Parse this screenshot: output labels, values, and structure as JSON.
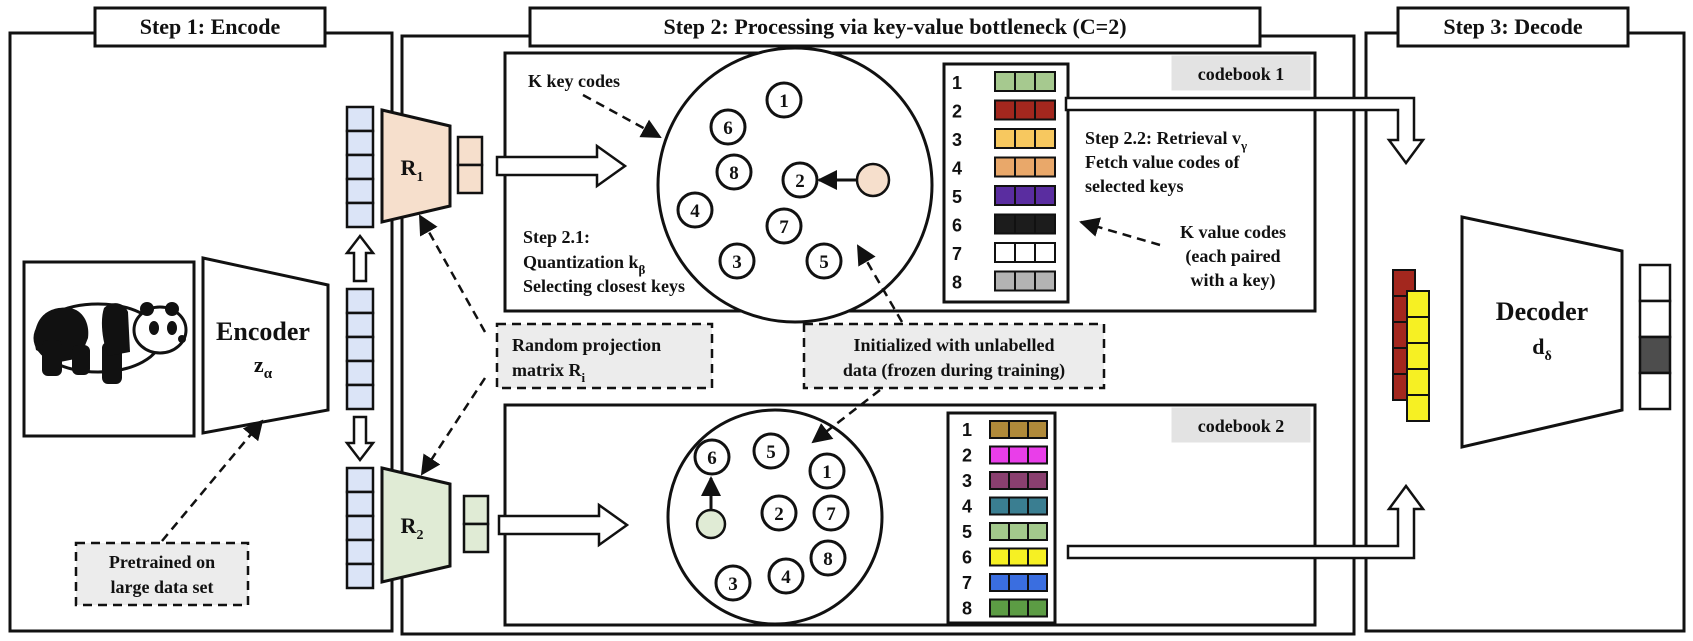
{
  "steps": {
    "step1": "Step 1: Encode",
    "step2": "Step 2: Processing via key-value bottleneck (C=2)",
    "step3": "Step 3: Decode"
  },
  "encoder": {
    "name": "Encoder",
    "symbol": "z",
    "subscript": "α"
  },
  "decoder": {
    "name": "Decoder",
    "symbol": "d",
    "subscript": "δ"
  },
  "projections": {
    "r1": {
      "symbol": "R",
      "subscript": "1"
    },
    "r2": {
      "symbol": "R",
      "subscript": "2"
    }
  },
  "callouts": {
    "pretrained": [
      "Pretrained on",
      "large data set"
    ],
    "random_projection": {
      "line1": "Random projection",
      "line2": "matrix R",
      "line2_sub": "i"
    },
    "initialized": [
      "Initialized with unlabelled",
      "data (frozen during training)"
    ]
  },
  "annotations": {
    "k_key_codes": "K key codes",
    "quantization": {
      "line1": "Step 2.1:",
      "line2": "Quantization k",
      "line2_sub": "β",
      "line3": "Selecting closest keys"
    },
    "retrieval": {
      "line1": "Step 2.2: Retrieval  v",
      "line1_sub": "γ",
      "line2": "Fetch value codes of",
      "line3": "selected keys"
    },
    "k_value_codes": [
      "K value codes",
      "(each paired",
      "with a key)"
    ]
  },
  "codebooks": [
    {
      "label": "codebook 1",
      "keys": [
        "1",
        "6",
        "8",
        "2",
        "4",
        "7",
        "3",
        "5"
      ],
      "rows": [
        {
          "n": "1",
          "color": "#a6c98f"
        },
        {
          "n": "2",
          "color": "#a3271e"
        },
        {
          "n": "3",
          "color": "#f7c85f"
        },
        {
          "n": "4",
          "color": "#e9a86a"
        },
        {
          "n": "5",
          "color": "#5a2da0"
        },
        {
          "n": "6",
          "color": "#1c1c1c"
        },
        {
          "n": "7",
          "color": "#ffffff"
        },
        {
          "n": "8",
          "color": "#b3b3b3"
        }
      ]
    },
    {
      "label": "codebook 2",
      "keys": [
        "6",
        "5",
        "1",
        "2",
        "7",
        "8",
        "3",
        "4"
      ],
      "rows": [
        {
          "n": "1",
          "color": "#b08a3a"
        },
        {
          "n": "2",
          "color": "#e93ee9"
        },
        {
          "n": "3",
          "color": "#8a3f6f"
        },
        {
          "n": "4",
          "color": "#3a7e91"
        },
        {
          "n": "5",
          "color": "#a3c98c"
        },
        {
          "n": "6",
          "color": "#f6f023"
        },
        {
          "n": "7",
          "color": "#3a6ee0"
        },
        {
          "n": "8",
          "color": "#5c9c44"
        }
      ]
    }
  ],
  "colors": {
    "embedding": "#dbe4f7",
    "r1_fill": "#f6dfcc",
    "r2_fill": "#e0ebd5",
    "callout_fill": "#ececec",
    "retrieved_red": "#a3271e",
    "retrieved_yellow": "#f6f023",
    "output_gray": "#4d4d4d"
  }
}
